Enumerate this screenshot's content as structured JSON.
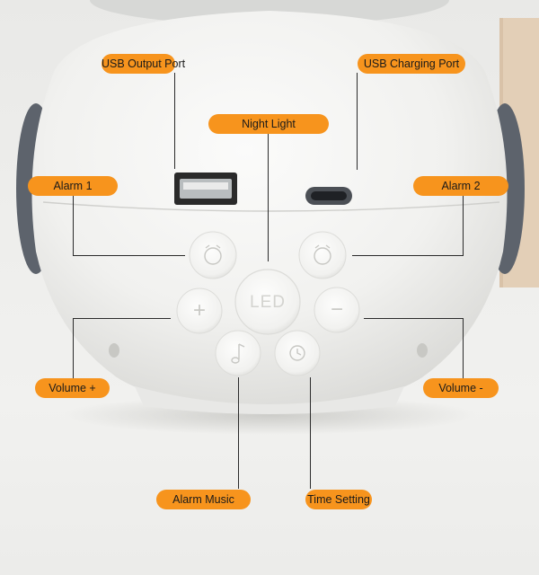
{
  "labels": {
    "usb_output_port": "USB Output Port",
    "usb_charging_port": "USB Charging Port",
    "night_light": "Night Light",
    "alarm_1": "Alarm 1",
    "alarm_2": "Alarm 2",
    "volume_plus": "Volume +",
    "volume_minus": "Volume -",
    "alarm_music": "Alarm Music",
    "time_setting": "Time Setting"
  },
  "device": {
    "led_button_text": "LED",
    "plus_symbol": "+",
    "minus_symbol": "−"
  },
  "colors": {
    "label_background": "#f7941d",
    "label_text": "#1a1a1a",
    "leader_line": "#2b2b2b",
    "device_body": "#f4f4f2"
  },
  "icons": {
    "alarm_1_button": "alarm-clock-1-icon",
    "alarm_2_button": "alarm-clock-2-icon",
    "alarm_music_button": "music-note-icon",
    "time_setting_button": "clock-icon"
  }
}
